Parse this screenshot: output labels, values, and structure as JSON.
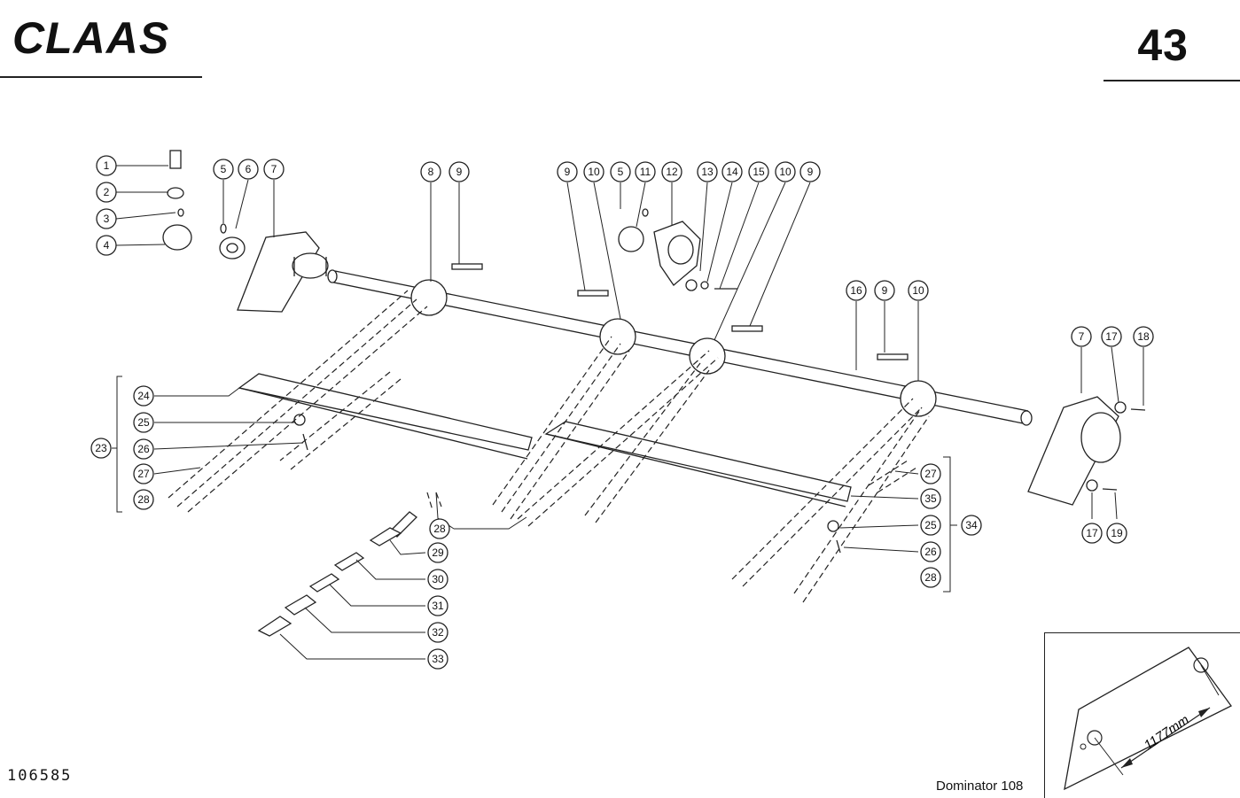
{
  "header": {
    "logo_text": "CLAAS",
    "page_number": "43"
  },
  "footer": {
    "document_number": "106585",
    "model": "Dominator 108"
  },
  "inset": {
    "dimension_label": "1177mm"
  },
  "callouts": {
    "left_column": [
      "1",
      "2",
      "3",
      "4"
    ],
    "top_left": [
      "5",
      "6",
      "7"
    ],
    "top_sprocket_a": [
      "8",
      "9"
    ],
    "top_center": [
      "9",
      "10",
      "5",
      "11",
      "12",
      "13",
      "14",
      "15",
      "10",
      "9"
    ],
    "mid_right": [
      "16",
      "9",
      "10"
    ],
    "far_right_top": [
      "7",
      "17",
      "18"
    ],
    "far_right_bottom": [
      "17",
      "19"
    ],
    "left_group": [
      "24",
      "25",
      "26",
      "27",
      "28"
    ],
    "left_group_bracket": "23",
    "right_group": [
      "27",
      "35",
      "25",
      "26",
      "28"
    ],
    "right_group_bracket": "34",
    "bottom_column": [
      "28",
      "29",
      "30",
      "31",
      "32",
      "33"
    ]
  }
}
